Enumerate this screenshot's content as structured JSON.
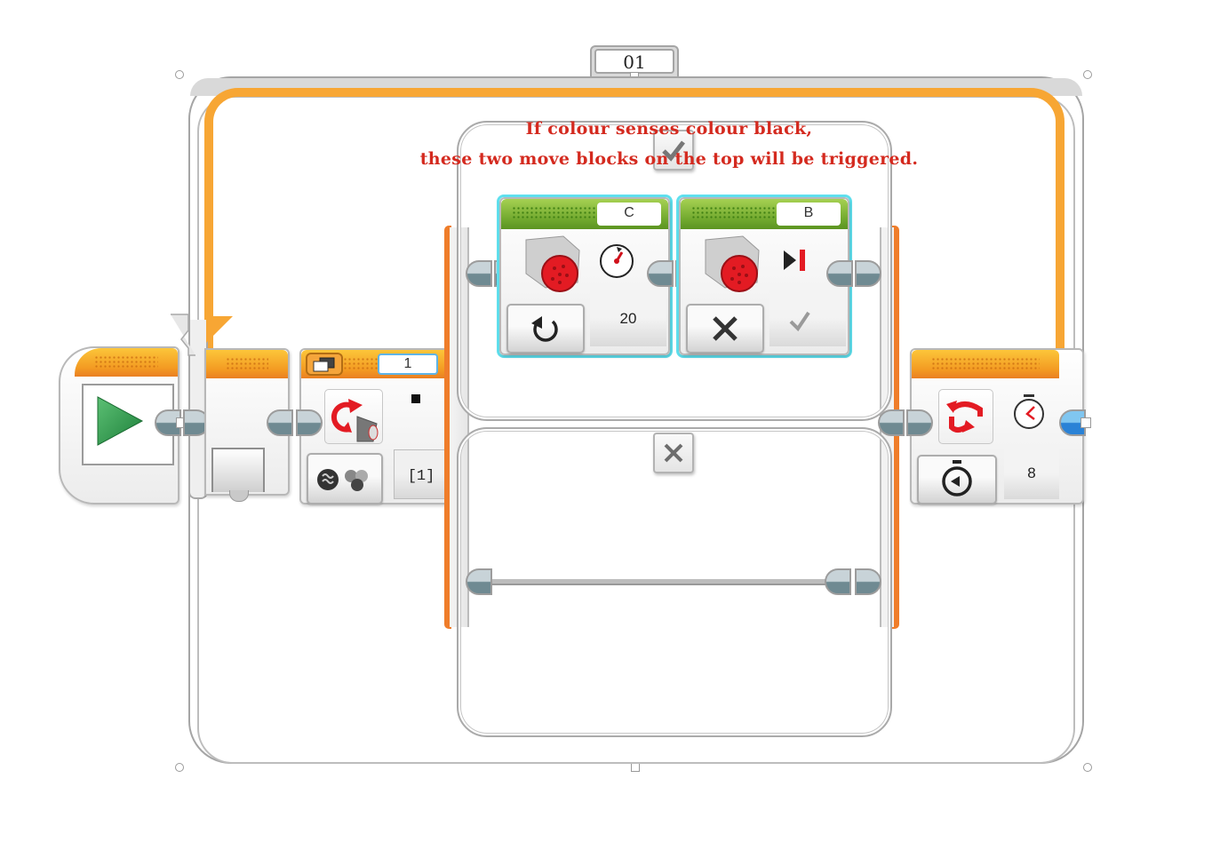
{
  "loop": {
    "name_label": "01",
    "mode": "Time",
    "seconds_value": "8"
  },
  "start_block": {
    "icon": "play-icon",
    "color": "#2e9e49"
  },
  "switch": {
    "port_label": "1",
    "mode": "Color Sensor - Measure - Color",
    "set_of_colors_value": "[1]",
    "top_case_icon": "checkmark-icon",
    "bottom_case_icon": "x-icon"
  },
  "annotation": {
    "line1": "If  colour senses colour black,",
    "line2": "these two move blocks on the top will be triggered.",
    "color": "#d42a1f"
  },
  "move_blocks": [
    {
      "port_label": "C",
      "mode_icon": "rotate-on-icon",
      "param_icon": "speedometer-icon",
      "param_value": "20"
    },
    {
      "port_label": "B",
      "mode_icon": "off-x-icon",
      "param_icon": "brake-icon",
      "param_value": "true"
    }
  ],
  "colors": {
    "flow_orange": "#f39a22",
    "action_green": "#6fa72d",
    "selection_cyan": "#5fe0ee",
    "rail_orange": "#ef7d2a"
  }
}
